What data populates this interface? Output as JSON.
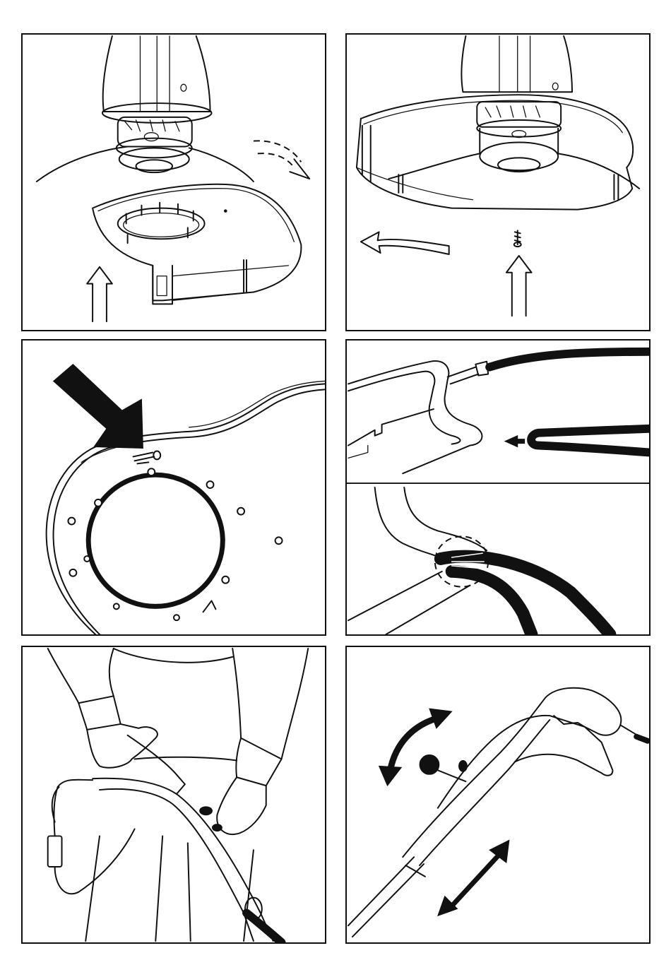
{
  "page": {
    "background": "#ffffff",
    "ink_color": "#111111"
  },
  "figures": [
    {
      "name": "trimmer-head-guard-attach",
      "icons": [
        "motor-housing",
        "spool-head",
        "guard",
        "up-arrow",
        "rotate-arrow"
      ]
    },
    {
      "name": "guard-screw-fastening",
      "icons": [
        "motor-housing",
        "guard",
        "screw",
        "up-arrow",
        "rotate-arrow"
      ]
    },
    {
      "name": "guard-detail-arrow",
      "icons": [
        "guard-outline",
        "mounting-ring",
        "indicator-arrow"
      ]
    },
    {
      "name": "cable-strain-relief",
      "icons": [
        "handle-end",
        "cable-loop",
        "left-arrow",
        "cable-hook-detail"
      ]
    },
    {
      "name": "operator-holding-handle",
      "icons": [
        "operator",
        "handle",
        "cable",
        "plug"
      ]
    },
    {
      "name": "handle-adjustment",
      "icons": [
        "handle",
        "adjust-knob",
        "rotate-arrow",
        "telescopic-arrow"
      ]
    }
  ]
}
